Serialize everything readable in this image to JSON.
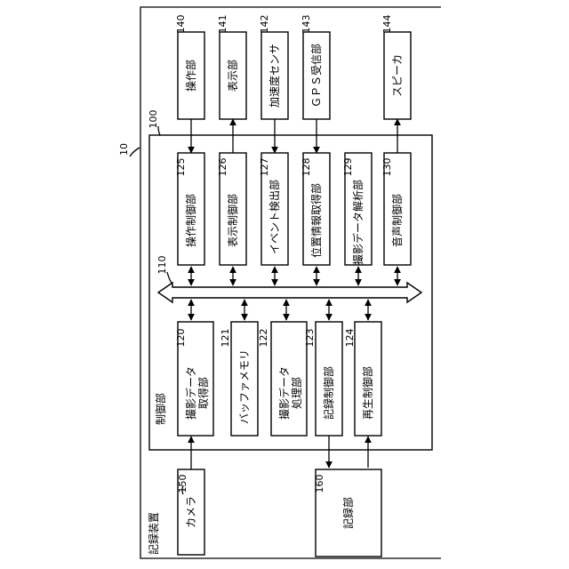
{
  "device": {
    "num": "10",
    "label": "記録装置"
  },
  "control": {
    "num": "100",
    "label": "制御部"
  },
  "bus": {
    "num": "110"
  },
  "top": [
    {
      "num": "140",
      "label": "操作部"
    },
    {
      "num": "141",
      "label": "表示部"
    },
    {
      "num": "142",
      "label": "加速度センサ"
    },
    {
      "num": "143",
      "label": "ＧＰＳ受信部"
    },
    {
      "num": "144",
      "label": "スピーカ"
    }
  ],
  "upper": [
    {
      "num": "125",
      "label": "操作制御部"
    },
    {
      "num": "126",
      "label": "表示制御部"
    },
    {
      "num": "127",
      "label": "イベント検出部"
    },
    {
      "num": "128",
      "label": "位置情報取得部"
    },
    {
      "num": "129",
      "label": "撮影データ解析部"
    },
    {
      "num": "130",
      "label": "音声制御部"
    }
  ],
  "lower": [
    {
      "num": "120",
      "label1": "撮影データ",
      "label2": "取得部"
    },
    {
      "num": "121",
      "label1": "バッファメモリ",
      "label2": ""
    },
    {
      "num": "122",
      "label1": "撮影データ",
      "label2": "処理部"
    },
    {
      "num": "123",
      "label1": "記録制御部",
      "label2": ""
    },
    {
      "num": "124",
      "label1": "再生制御部",
      "label2": ""
    }
  ],
  "camera": {
    "num": "150",
    "label": "カメラ"
  },
  "storage": {
    "num": "160",
    "label": "記録部"
  }
}
